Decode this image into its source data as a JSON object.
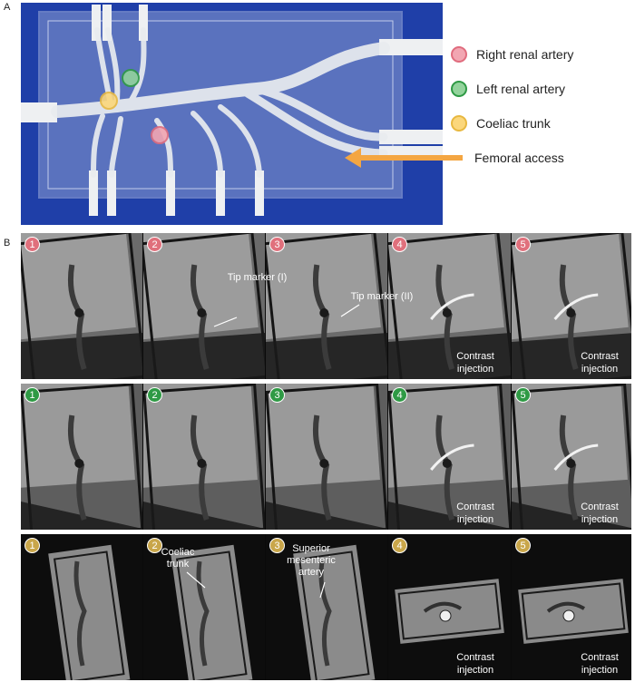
{
  "panel_a": {
    "letter": "A",
    "legend": [
      {
        "label": "Right renal artery",
        "fill": "#f2a6b2",
        "stroke": "#e06c7e"
      },
      {
        "label": "Left renal artery",
        "fill": "#93d39c",
        "stroke": "#2f9a45"
      },
      {
        "label": "Coeliac trunk",
        "fill": "#fbd77c",
        "stroke": "#e8b840"
      }
    ],
    "femoral_label": "Femoral access",
    "arrow_color": "#f4a642",
    "background_color": "#1f3fa8"
  },
  "panel_b": {
    "letter": "B",
    "rows": [
      {
        "badge_color": "red",
        "frames": [
          {
            "number": "1",
            "contrast": ""
          },
          {
            "number": "2",
            "contrast": "",
            "annotation": "Tip marker (I)"
          },
          {
            "number": "3",
            "contrast": "",
            "annotation": "Tip marker (II)"
          },
          {
            "number": "4",
            "contrast": "Contrast injection"
          },
          {
            "number": "5",
            "contrast": "Contrast injection"
          }
        ]
      },
      {
        "badge_color": "green",
        "frames": [
          {
            "number": "1",
            "contrast": ""
          },
          {
            "number": "2",
            "contrast": ""
          },
          {
            "number": "3",
            "contrast": ""
          },
          {
            "number": "4",
            "contrast": "Contrast injection"
          },
          {
            "number": "5",
            "contrast": "Contrast injection"
          }
        ]
      },
      {
        "badge_color": "gold",
        "frames": [
          {
            "number": "1",
            "contrast": ""
          },
          {
            "number": "2",
            "contrast": "",
            "annotation": "Coeliac trunk"
          },
          {
            "number": "3",
            "contrast": "",
            "annotation": "Superior mesenteric artery"
          },
          {
            "number": "4",
            "contrast": "Contrast injection"
          },
          {
            "number": "5",
            "contrast": "Contrast injection"
          }
        ]
      }
    ]
  }
}
